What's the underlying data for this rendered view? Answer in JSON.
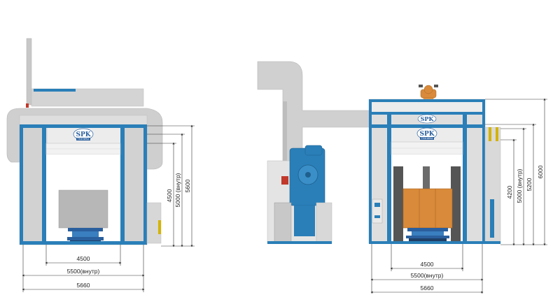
{
  "brand": {
    "logo_text": "SPK",
    "logo_sub": "ТЕХНИКА"
  },
  "colors": {
    "frame_blue": "#2a7fb8",
    "panel_grey": "#c9c9c9",
    "panel_light": "#e6e6e6",
    "cargo_orange": "#d98a3a",
    "base_blue": "#2a5f9e",
    "dimension_line": "#333333"
  },
  "left_view": {
    "dims_horizontal": [
      "4500",
      "5500(внутр)",
      "5660"
    ],
    "dims_vertical": [
      "4500",
      "5000 (внутр)",
      "5600"
    ]
  },
  "right_view": {
    "dims_horizontal": [
      "4500",
      "5500(внутр)",
      "5660"
    ],
    "dims_vertical": [
      "4200",
      "5000 (внутр)",
      "5200",
      "6000"
    ]
  }
}
